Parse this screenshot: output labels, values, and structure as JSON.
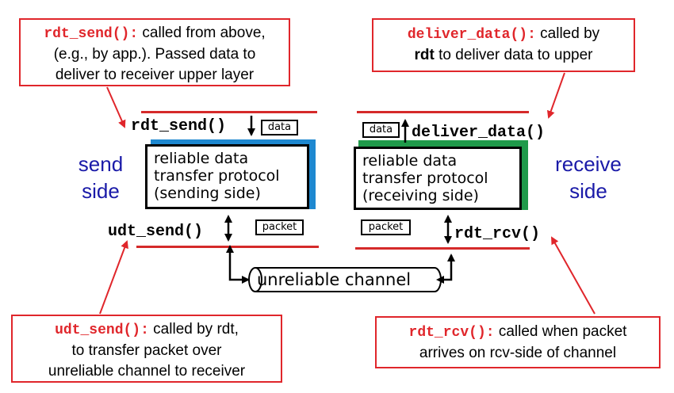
{
  "callouts": {
    "rdt_send": {
      "fn": "rdt_send():",
      "line1": " called from above,",
      "line2": "(e.g., by app.). Passed data to",
      "line3": "deliver to receiver upper layer"
    },
    "deliver_data": {
      "fn": "deliver_data():",
      "line1": " called by",
      "line2_bold": "rdt",
      "line2": " to deliver data to upper"
    },
    "udt_send": {
      "fn": "udt_send():",
      "line1": " called by rdt,",
      "line2": "to transfer packet over",
      "line3": "unreliable channel to receiver"
    },
    "rdt_rcv": {
      "fn": "rdt_rcv():",
      "line1": " called when packet",
      "line2": "arrives on rcv-side of channel"
    }
  },
  "sender": {
    "side_line1": "send",
    "side_line2": "side",
    "box_line1": "reliable data",
    "box_line2": "transfer protocol",
    "box_line3": "(sending side)",
    "top_fn": "rdt_send()",
    "top_tag": "data",
    "bottom_fn": "udt_send()",
    "bottom_tag": "packet"
  },
  "receiver": {
    "side_line1": "receive",
    "side_line2": "side",
    "box_line1": "reliable data",
    "box_line2": "transfer protocol",
    "box_line3": "(receiving side)",
    "top_fn": "deliver_data()",
    "top_tag": "data",
    "bottom_fn": "rdt_rcv()",
    "bottom_tag": "packet"
  },
  "channel": {
    "label": "unreliable channel"
  },
  "colors": {
    "callout_border": "#e0262b",
    "layer_line": "#d52a2a",
    "side_label": "#1a1aa8",
    "sender_shadow": "#1e88d0",
    "receiver_shadow": "#1f9a4a"
  }
}
